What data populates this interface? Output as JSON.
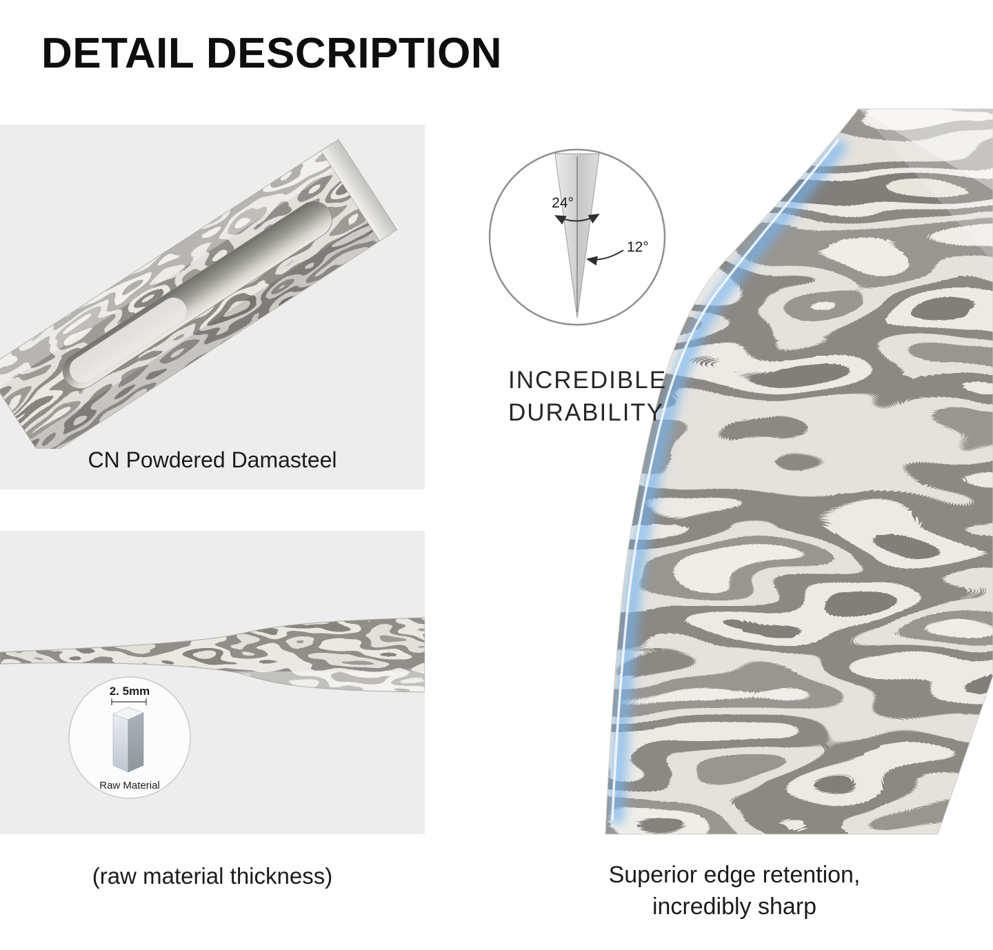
{
  "page": {
    "heading": "DETAIL DESCRIPTION"
  },
  "left": {
    "damasteel_caption": "CN Powdered Damasteel",
    "thickness_caption": "(raw material thickness)",
    "badge": {
      "measurement": "2. 5mm",
      "label": "Raw Material"
    }
  },
  "right": {
    "durability_line1": "INCREDIBLE",
    "durability_line2": "DURABILITY",
    "angles": {
      "outer": "24°",
      "inner": "12°"
    },
    "caption_line1": "Superior edge retention,",
    "caption_line2": "incredibly sharp"
  },
  "colors": {
    "panel_background": "#ededed",
    "edge_glow_blue": "#74b3f0",
    "heading_text": "#0e0e0e",
    "body_text": "#1b1b1b"
  }
}
